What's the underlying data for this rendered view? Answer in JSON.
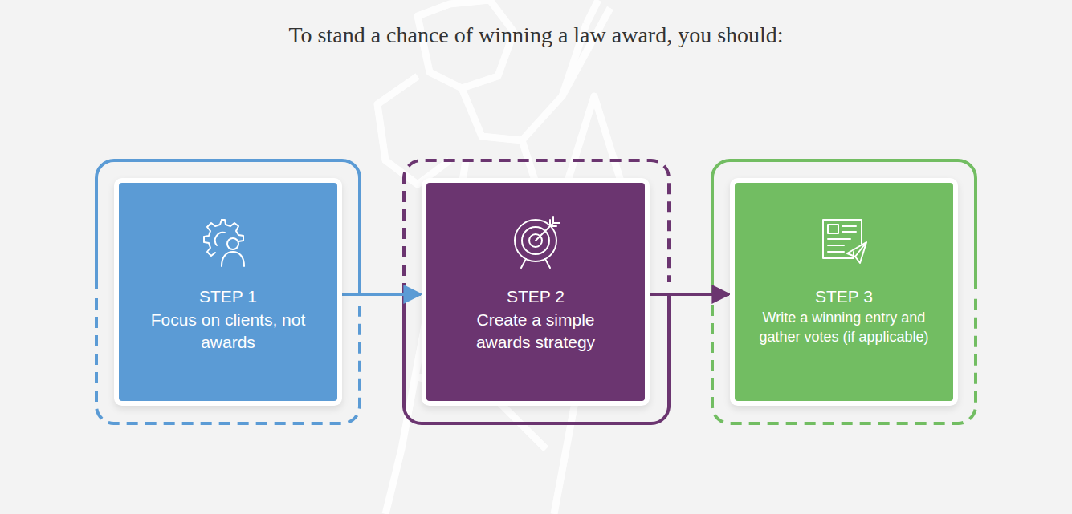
{
  "diagram": {
    "title": "To stand a chance of winning a law award, you should:",
    "nodes": [
      {
        "text": [
          "STEP 1",
          "Focus on clients, not awards"
        ]
      },
      {
        "text": [
          "STEP 2",
          "Create a simple awards strategy"
        ]
      },
      {
        "text": [
          "STEP 3",
          "Write a winning entry and gather votes (if applicable)"
        ]
      }
    ],
    "edges": [
      {
        "from": 0,
        "to": 1,
        "arrow": "to"
      },
      {
        "from": 1,
        "to": 2,
        "arrow": "to"
      }
    ]
  }
}
